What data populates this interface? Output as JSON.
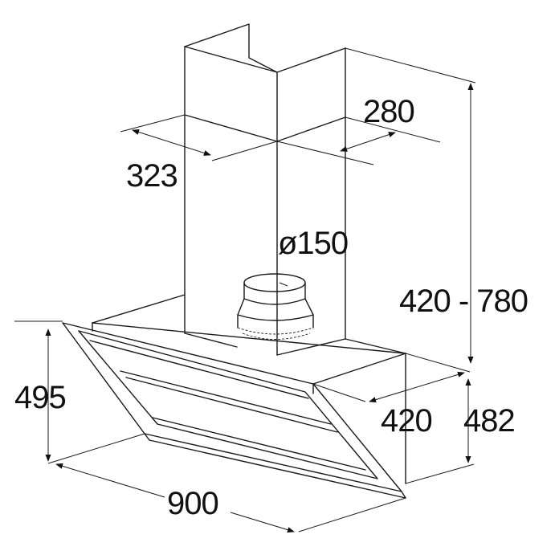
{
  "dimensions": {
    "chimney_depth": "323",
    "chimney_width": "280",
    "duct_diameter": "ø150",
    "height_range": "420 - 780",
    "glass_height": "495",
    "base_depth": "420",
    "base_height": "482",
    "total_width": "900"
  },
  "colors": {
    "line": "#1a1a1a",
    "background": "#ffffff"
  }
}
